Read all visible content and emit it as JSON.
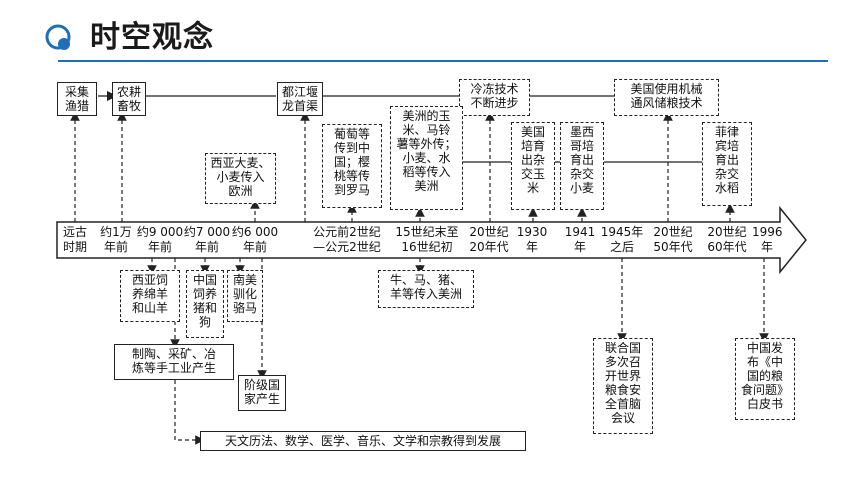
{
  "header": {
    "title": "时空观念",
    "icon": "circle-icon",
    "accent": "#1f6fb8"
  },
  "timeline": [
    "远古\n时期",
    "约1万\n年前",
    "约9 000\n年前",
    "约7 000\n年前",
    "约6 000\n年前",
    "公元前2世纪\n—公元2世纪",
    "15世纪末至\n16世纪初",
    "20世纪\n20年代",
    "1930\n年",
    "1941\n年",
    "1945年\n之后",
    "20世纪\n50年代",
    "20世纪\n60年代",
    "1996\n年"
  ],
  "top_boxes": {
    "caiji": "采集\n渔猎",
    "nonggeng": "农耕\n畜牧",
    "dujiangyan": "都江堰\n龙首渠",
    "lengdong": "冷冻技术\n不断进步",
    "meiguo_jixie": "美国使用机械\n通风储粮技术",
    "xiya_damai": "西亚大麦、\n小麦传入\n欧洲",
    "putao": "葡萄等\n传到中\n国；樱\n桃等传\n到罗马",
    "meizhou_yumi": "美洲的玉\n米、马铃\n薯等外传；\n小麦、水\n稻等传入\n美洲",
    "meiguo_zajiao": "美国\n培育\n出杂\n交玉\n米",
    "moxige": "墨西\n哥培\n育出\n杂交\n小麦",
    "feilvbin": "菲律\n宾培\n育出\n杂交\n水稻"
  },
  "bottom_boxes": {
    "xiya_siyang": "西亚饲\n养绵羊\n和山羊",
    "zhongguo_zhu": "中国\n饲养\n猪和\n狗",
    "nanmei_luoma": "南美\n驯化\n骆马",
    "niu_ma": "牛、马、猪、\n羊等传入美洲",
    "zhitao": "制陶、采矿、冶\n炼等手工业产生",
    "jieji": "阶级国\n家产生",
    "tianwen": "天文历法、数学、医学、音乐、文学和宗教得到发展",
    "lianheguo": "联合国\n多次召\n开世界\n粮食安\n全首脑\n会议",
    "zhongguo_fabu": "中国发\n布《中\n国的粮\n食问题》\n白皮书"
  }
}
